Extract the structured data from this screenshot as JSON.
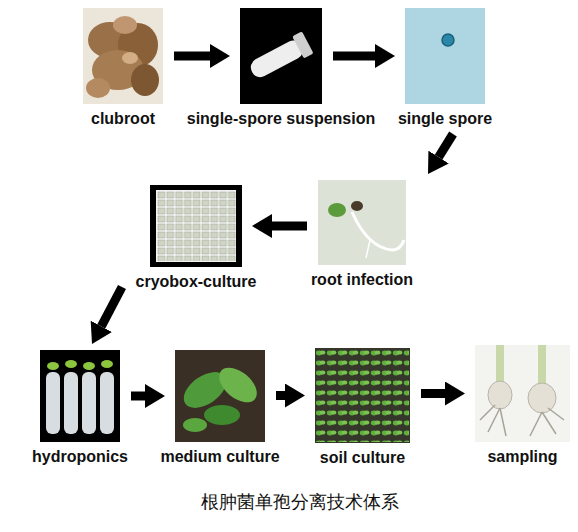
{
  "diagram": {
    "caption": "根肿菌单孢分离技术体系",
    "nodes": [
      {
        "text": [
          "clubroot"
        ]
      },
      {
        "text": [
          "single-spore suspension"
        ]
      },
      {
        "text": [
          "single spore"
        ]
      },
      {
        "text": [
          "root infection"
        ]
      },
      {
        "text": [
          "cryobox-culture"
        ]
      },
      {
        "text": [
          "hydroponics"
        ]
      },
      {
        "text": [
          "medium culture"
        ]
      },
      {
        "text": [
          "soil culture"
        ]
      },
      {
        "text": [
          "sampling"
        ]
      }
    ],
    "edges": [
      {
        "from": 0,
        "to": 1,
        "arrow": "to"
      },
      {
        "from": 1,
        "to": 2,
        "arrow": "to"
      },
      {
        "from": 2,
        "to": 3,
        "arrow": "to"
      },
      {
        "from": 3,
        "to": 4,
        "arrow": "to"
      },
      {
        "from": 4,
        "to": 5,
        "arrow": "to"
      },
      {
        "from": 5,
        "to": 6,
        "arrow": "to"
      },
      {
        "from": 6,
        "to": 7,
        "arrow": "to"
      },
      {
        "from": 7,
        "to": 8,
        "arrow": "to"
      }
    ]
  }
}
